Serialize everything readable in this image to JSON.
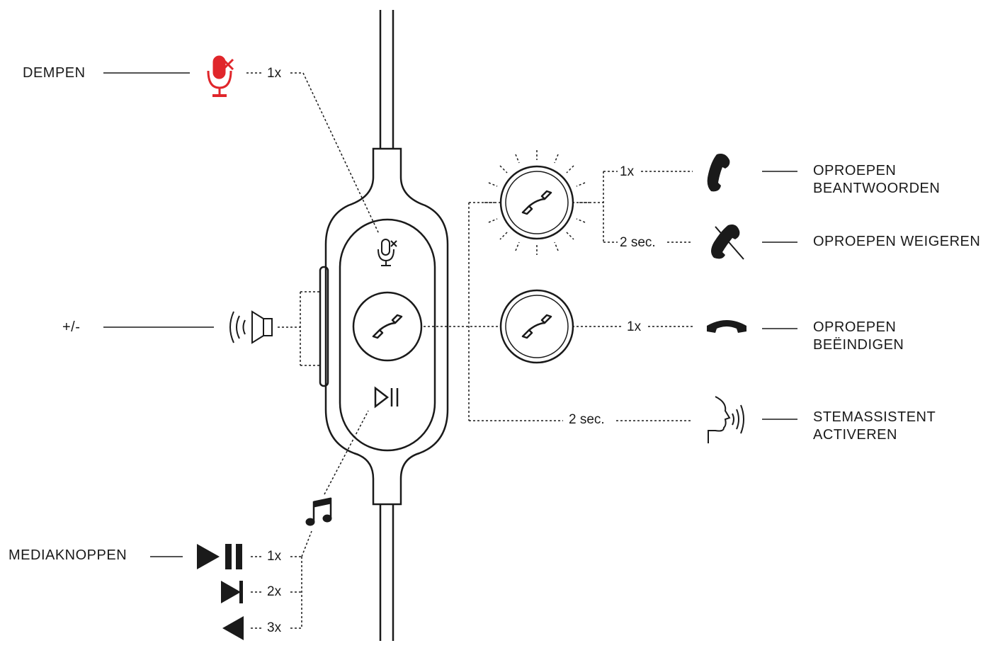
{
  "labels": {
    "mute": "DEMPEN",
    "volume": "+/-",
    "media": "MEDIAKNOPPEN",
    "answer_line1": "OPROEPEN",
    "answer_line2": "BEANTWOORDEN",
    "decline": "OPROEPEN WEIGEREN",
    "end_line1": "OPROEPEN",
    "end_line2": "BEËINDIGEN",
    "assistant_line1": "STEMASSISTENT",
    "assistant_line2": "ACTIVEREN"
  },
  "counts": {
    "mute": "1x",
    "answer": "1x",
    "decline": "2 sec.",
    "end": "1x",
    "assistant": "2 sec.",
    "media_play": "1x",
    "media_next": "2x",
    "media_prev": "3x"
  },
  "colors": {
    "line": "#1a1a1a",
    "mute_accent": "#e0262b"
  },
  "icons": {
    "mute": "muted-microphone-icon",
    "volume": "speaker-icon",
    "answer": "phone-handset-icon",
    "decline": "phone-declined-icon",
    "end": "phone-hangup-icon",
    "assistant": "voice-assistant-icon",
    "music": "music-note-icon",
    "play_pause": "play-pause-icon",
    "next": "next-track-icon",
    "previous": "previous-track-icon"
  }
}
